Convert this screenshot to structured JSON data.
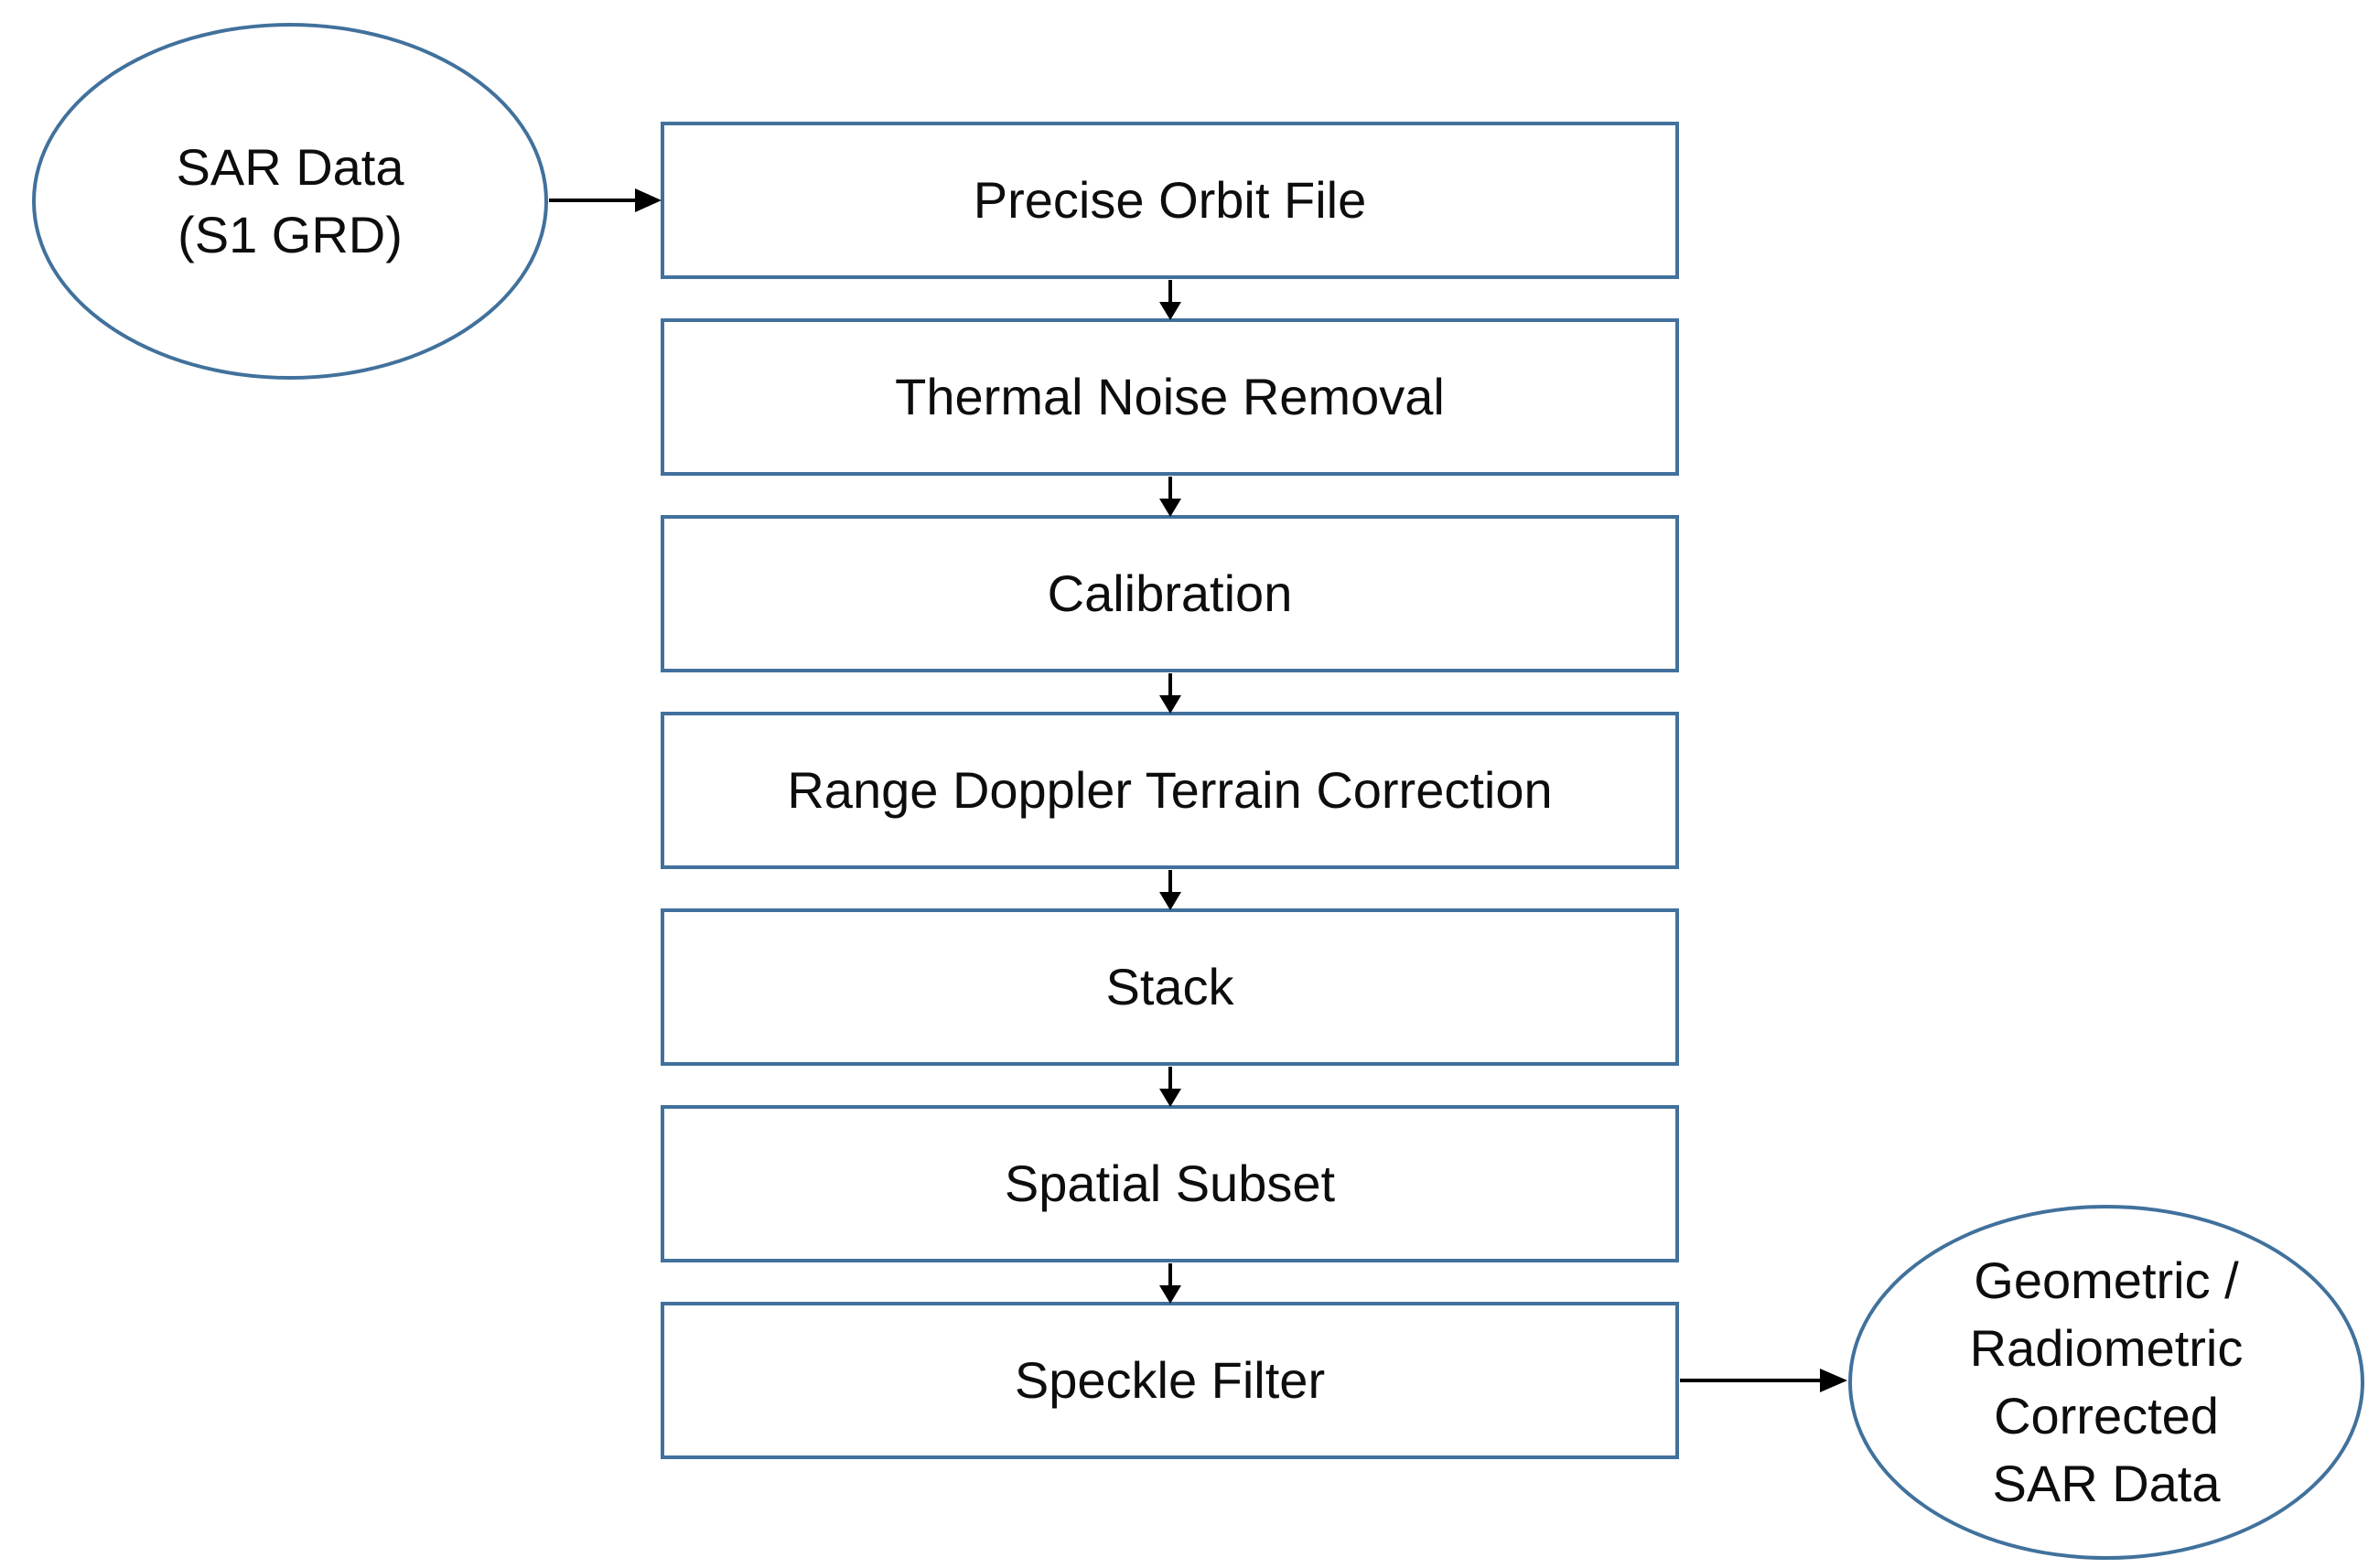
{
  "diagram": {
    "type": "flowchart",
    "input_node": {
      "lines": [
        "SAR Data",
        "(S1 GRD)"
      ]
    },
    "steps": [
      {
        "label": "Precise Orbit File"
      },
      {
        "label": "Thermal Noise Removal"
      },
      {
        "label": "Calibration"
      },
      {
        "label": "Range Doppler Terrain Correction"
      },
      {
        "label": "Stack"
      },
      {
        "label": "Spatial Subset"
      },
      {
        "label": "Speckle Filter"
      }
    ],
    "output_node": {
      "lines": [
        "Geometric /",
        "Radiometric",
        "Corrected",
        "SAR Data"
      ]
    },
    "colors": {
      "shape_border": "#41719C",
      "arrow": "#000000",
      "text": "#0D0D0D",
      "background": "#FFFFFF"
    }
  }
}
